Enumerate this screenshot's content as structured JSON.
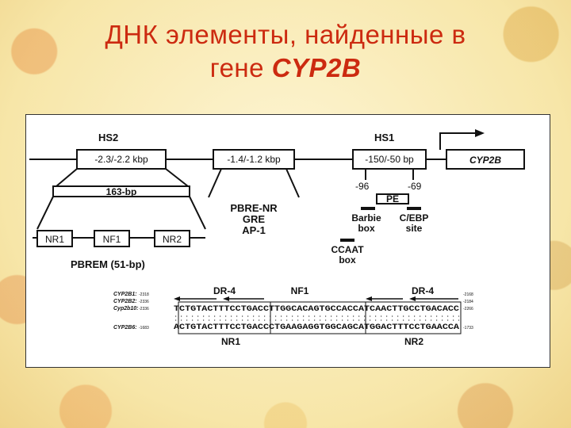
{
  "slide": {
    "title_line1": "ДНК элементы, найденные в",
    "title_line2_prefix": "гене ",
    "title_line2_gene": "CYP2B"
  },
  "diagram": {
    "hs2_label": "HS2",
    "hs1_label": "HS1",
    "box_hs2": "-2.3/-2.2 kbp",
    "box_mid": "-1.4/-1.2 kbp",
    "box_hs1": "-150/-50 bp",
    "gene_box": "CYP2B",
    "bp163": "163-bp",
    "nr1": "NR1",
    "nf1": "NF1",
    "nr2": "NR2",
    "pbrem": "PBREM (51-bp)",
    "pbre1": "PBRE-NR",
    "pbre2": "GRE",
    "pbre3": "AP-1",
    "pos_left": "-96",
    "pos_right": "-69",
    "pe": "PE",
    "barbie1": "Barbie",
    "barbie2": "box",
    "cebp1": "C/EBP",
    "cebp2": "site",
    "ccaat1": "CCAAT",
    "ccaat2": "box"
  },
  "sequence": {
    "dr4_left": "DR-4",
    "nf1": "NF1",
    "dr4_right": "DR-4",
    "rows": [
      {
        "name": "CYP2B1:",
        "start": "-2318",
        "end": "-2168"
      },
      {
        "name": "CYP2B2:",
        "start": "-2336",
        "end": "-2184"
      },
      {
        "name": "Cyp2b10:",
        "start": "-2336",
        "end": "-2266"
      },
      {
        "name": "CYP2B6:",
        "start": "-1683",
        "end": "-1733"
      }
    ],
    "seq_top": "TCTGTACTTTCCTGACCTTGGCACAGTGCCACCATCAACTTGCCTGACACC",
    "seq_bottom": "ACTGTACTTTCCTGACCCTGAAGAGGTGGCAGCATGGACTTTCCTGAACCA",
    "nr1": "NR1",
    "nr2": "NR2"
  }
}
